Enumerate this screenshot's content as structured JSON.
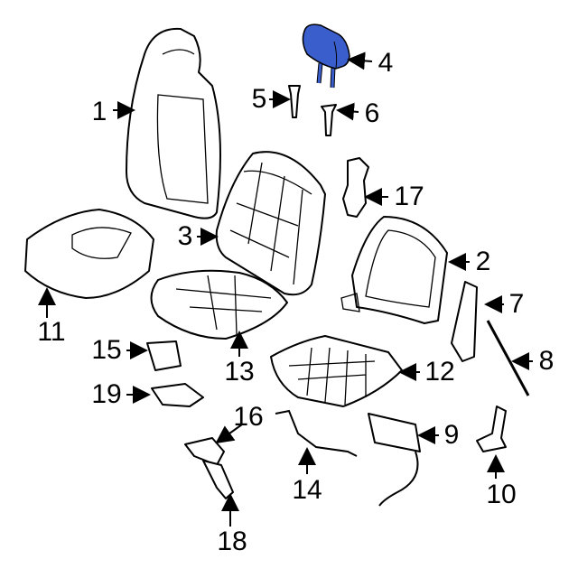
{
  "diagram": {
    "highlight_color": "#3a5fcd",
    "highlighted_part": "4",
    "callouts": [
      {
        "id": "1",
        "label": "1"
      },
      {
        "id": "2",
        "label": "2"
      },
      {
        "id": "3",
        "label": "3"
      },
      {
        "id": "4",
        "label": "4"
      },
      {
        "id": "5",
        "label": "5"
      },
      {
        "id": "6",
        "label": "6"
      },
      {
        "id": "7",
        "label": "7"
      },
      {
        "id": "8",
        "label": "8"
      },
      {
        "id": "9",
        "label": "9"
      },
      {
        "id": "10",
        "label": "10"
      },
      {
        "id": "11",
        "label": "11"
      },
      {
        "id": "12",
        "label": "12"
      },
      {
        "id": "13",
        "label": "13"
      },
      {
        "id": "14",
        "label": "14"
      },
      {
        "id": "15",
        "label": "15"
      },
      {
        "id": "16",
        "label": "16"
      },
      {
        "id": "17",
        "label": "17"
      },
      {
        "id": "18",
        "label": "18"
      },
      {
        "id": "19",
        "label": "19"
      }
    ]
  }
}
